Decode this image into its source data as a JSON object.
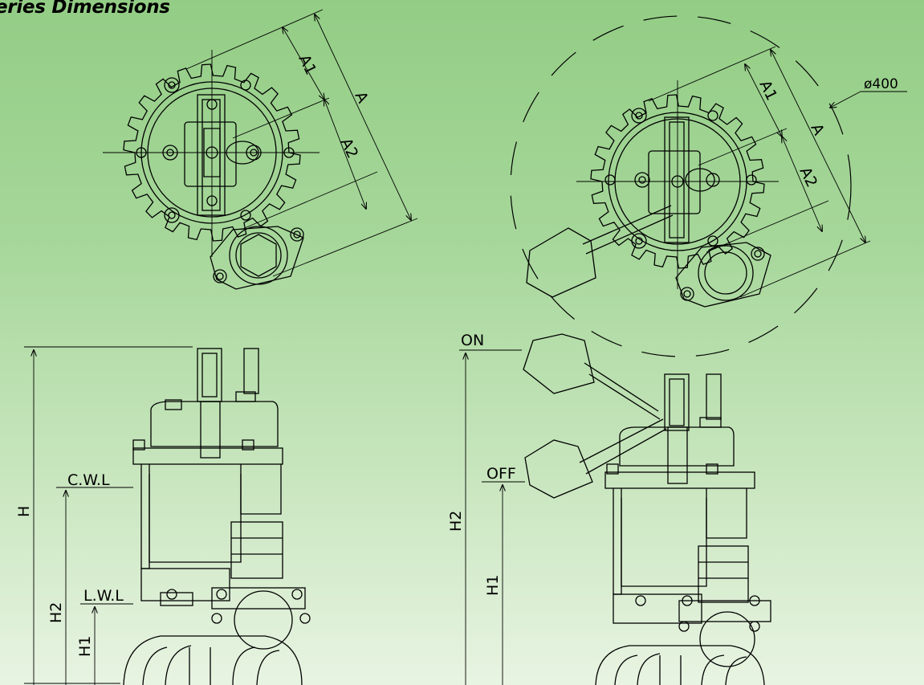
{
  "title": "eries Dimensions",
  "top_left": {
    "dims": {
      "a1": "A1",
      "a": "A",
      "a2": "A2"
    }
  },
  "top_right": {
    "dims": {
      "a1": "A1",
      "a": "A",
      "a2": "A2"
    },
    "diameter": "ø400"
  },
  "bottom_left": {
    "levels": {
      "cwl": "C.W.L",
      "lwl": "L.W.L"
    },
    "dims": {
      "h": "H",
      "h2": "H2",
      "h1": "H1"
    }
  },
  "bottom_right": {
    "levels": {
      "on": "ON",
      "off": "OFF"
    },
    "dims": {
      "h2": "H2",
      "h1": "H1"
    }
  }
}
